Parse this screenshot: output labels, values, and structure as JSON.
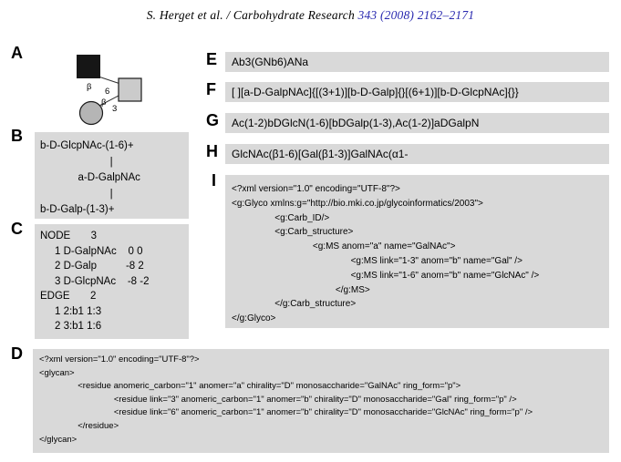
{
  "header": {
    "citation_prefix": "S. Herget et al. / Carbohydrate Research ",
    "citation_detail": "343 (2008) 2162–2171"
  },
  "panelA": {
    "label": "A",
    "symbols": {
      "filled_square": "GlcNAc",
      "open_square": "GalNAc",
      "circle": "Gal",
      "filled_square_color": "#161616",
      "open_square_color": "#cbcbcb",
      "circle_color": "#b5b5b5"
    },
    "top_anomer": "β",
    "top_position": "6",
    "bottom_anomer": "β",
    "bottom_position": "3"
  },
  "panelB": {
    "label": "B",
    "lines": [
      "b-D-GlcpNAc-(1-6)+",
      "                        |",
      "             a-D-GalpNAc",
      "                        |",
      "b-D-Galp-(1-3)+"
    ]
  },
  "panelC": {
    "label": "C",
    "lines": [
      "NODE       3",
      "     1 D-GalpNAc    0 0",
      "     2 D-Galp          -8 2",
      "     3 D-GlcpNAc    -8 -2",
      "EDGE       2",
      "     1 2:b1 1:3",
      "     2 3:b1 1:6"
    ]
  },
  "panelD": {
    "label": "D",
    "lines": [
      "<?xml version=\"1.0\" encoding=\"UTF-8\"?>",
      "<glycan>",
      "                <residue anomeric_carbon=\"1\" anomer=\"a\" chirality=\"D\" monosaccharide=\"GalNAc\" ring_form=\"p\">",
      "                               <residue link=\"3\" anomeric_carbon=\"1\" anomer=\"b\" chirality=\"D\" monosaccharide=\"Gal\" ring_form=\"p\" />",
      "                               <residue link=\"6\" anomeric_carbon=\"1\" anomer=\"b\" chirality=\"D\" monosaccharide=\"GlcNAc\" ring_form=\"p\" />",
      "                </residue>",
      "</glycan>"
    ]
  },
  "panelE": {
    "label": "E",
    "text": "Ab3(GNb6)ANa"
  },
  "panelF": {
    "label": "F",
    "text": "[ ][a-D-GalpNAc]{[(3+1)][b-D-Galp]{}[(6+1)][b-D-GlcpNAc]{}}"
  },
  "panelG": {
    "label": "G",
    "text": "Ac(1-2)bDGlcN(1-6)[bDGalp(1-3),Ac(1-2)]aDGalpN"
  },
  "panelH": {
    "label": "H",
    "text": "GlcNAc(β1-6)[Gal(β1-3)]GalNAc(α1-"
  },
  "panelI": {
    "label": "I",
    "lines": [
      "<?xml version=\"1.0\" encoding=\"UTF-8\"?>",
      "<g:Glyco xmlns:g=\"http://bio.mki.co.jp/glycoinformatics/2003\">",
      "                 <g:Carb_ID/>",
      "                 <g:Carb_structure>",
      "                                <g:MS anom=\"a\" name=\"GalNAc\">",
      "                                               <g:MS link=\"1-3\" anom=\"b\" name=\"Gal\" />",
      "                                               <g:MS link=\"1-6\" anom=\"b\" name=\"GlcNAc\" />",
      "                                         </g:MS>",
      "                 </g:Carb_structure>",
      "</g:Glyco>"
    ]
  }
}
